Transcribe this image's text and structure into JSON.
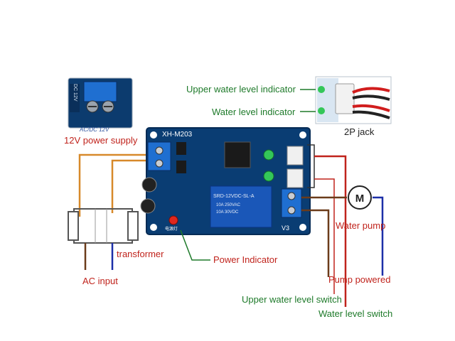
{
  "colors": {
    "board": "#0a3d73",
    "board_edge": "#062b55",
    "terminal": "#1f6fd1",
    "relay": "#1a57b8",
    "wire_orange": "#d7892a",
    "wire_brown": "#6b3b1a",
    "wire_blue": "#1c2fa8",
    "led_green": "#34c759",
    "led_red": "#e0271d",
    "label_red": "#c0231c",
    "label_green": "#1e7a2a"
  },
  "labels": {
    "power_supply": "12V power supply",
    "transformer": "transformer",
    "ac_input": "AC input",
    "power_indicator": "Power Indicator",
    "upper_indicator": "Upper water level indicator",
    "water_indicator": "Water level indicator",
    "jack": "2P jack",
    "water_pump": "Water pump",
    "pump_powered": "Pump powered",
    "upper_switch": "Upper water level switch",
    "water_switch": "Water level switch",
    "motor_symbol": "M"
  },
  "board_text": {
    "model": "XH-M203",
    "relay_text": "SRD-12VDC-SL-A",
    "relay_rating_1": "10A 250VAC",
    "relay_rating_2": "10A 30VDC",
    "version": "V3",
    "power_led_text": "电源灯",
    "inset_input": "AC/DC 12V",
    "inset_side": "DC 12V"
  },
  "icons": [
    "motor-icon",
    "power-led-icon",
    "indicator-led-icon"
  ]
}
